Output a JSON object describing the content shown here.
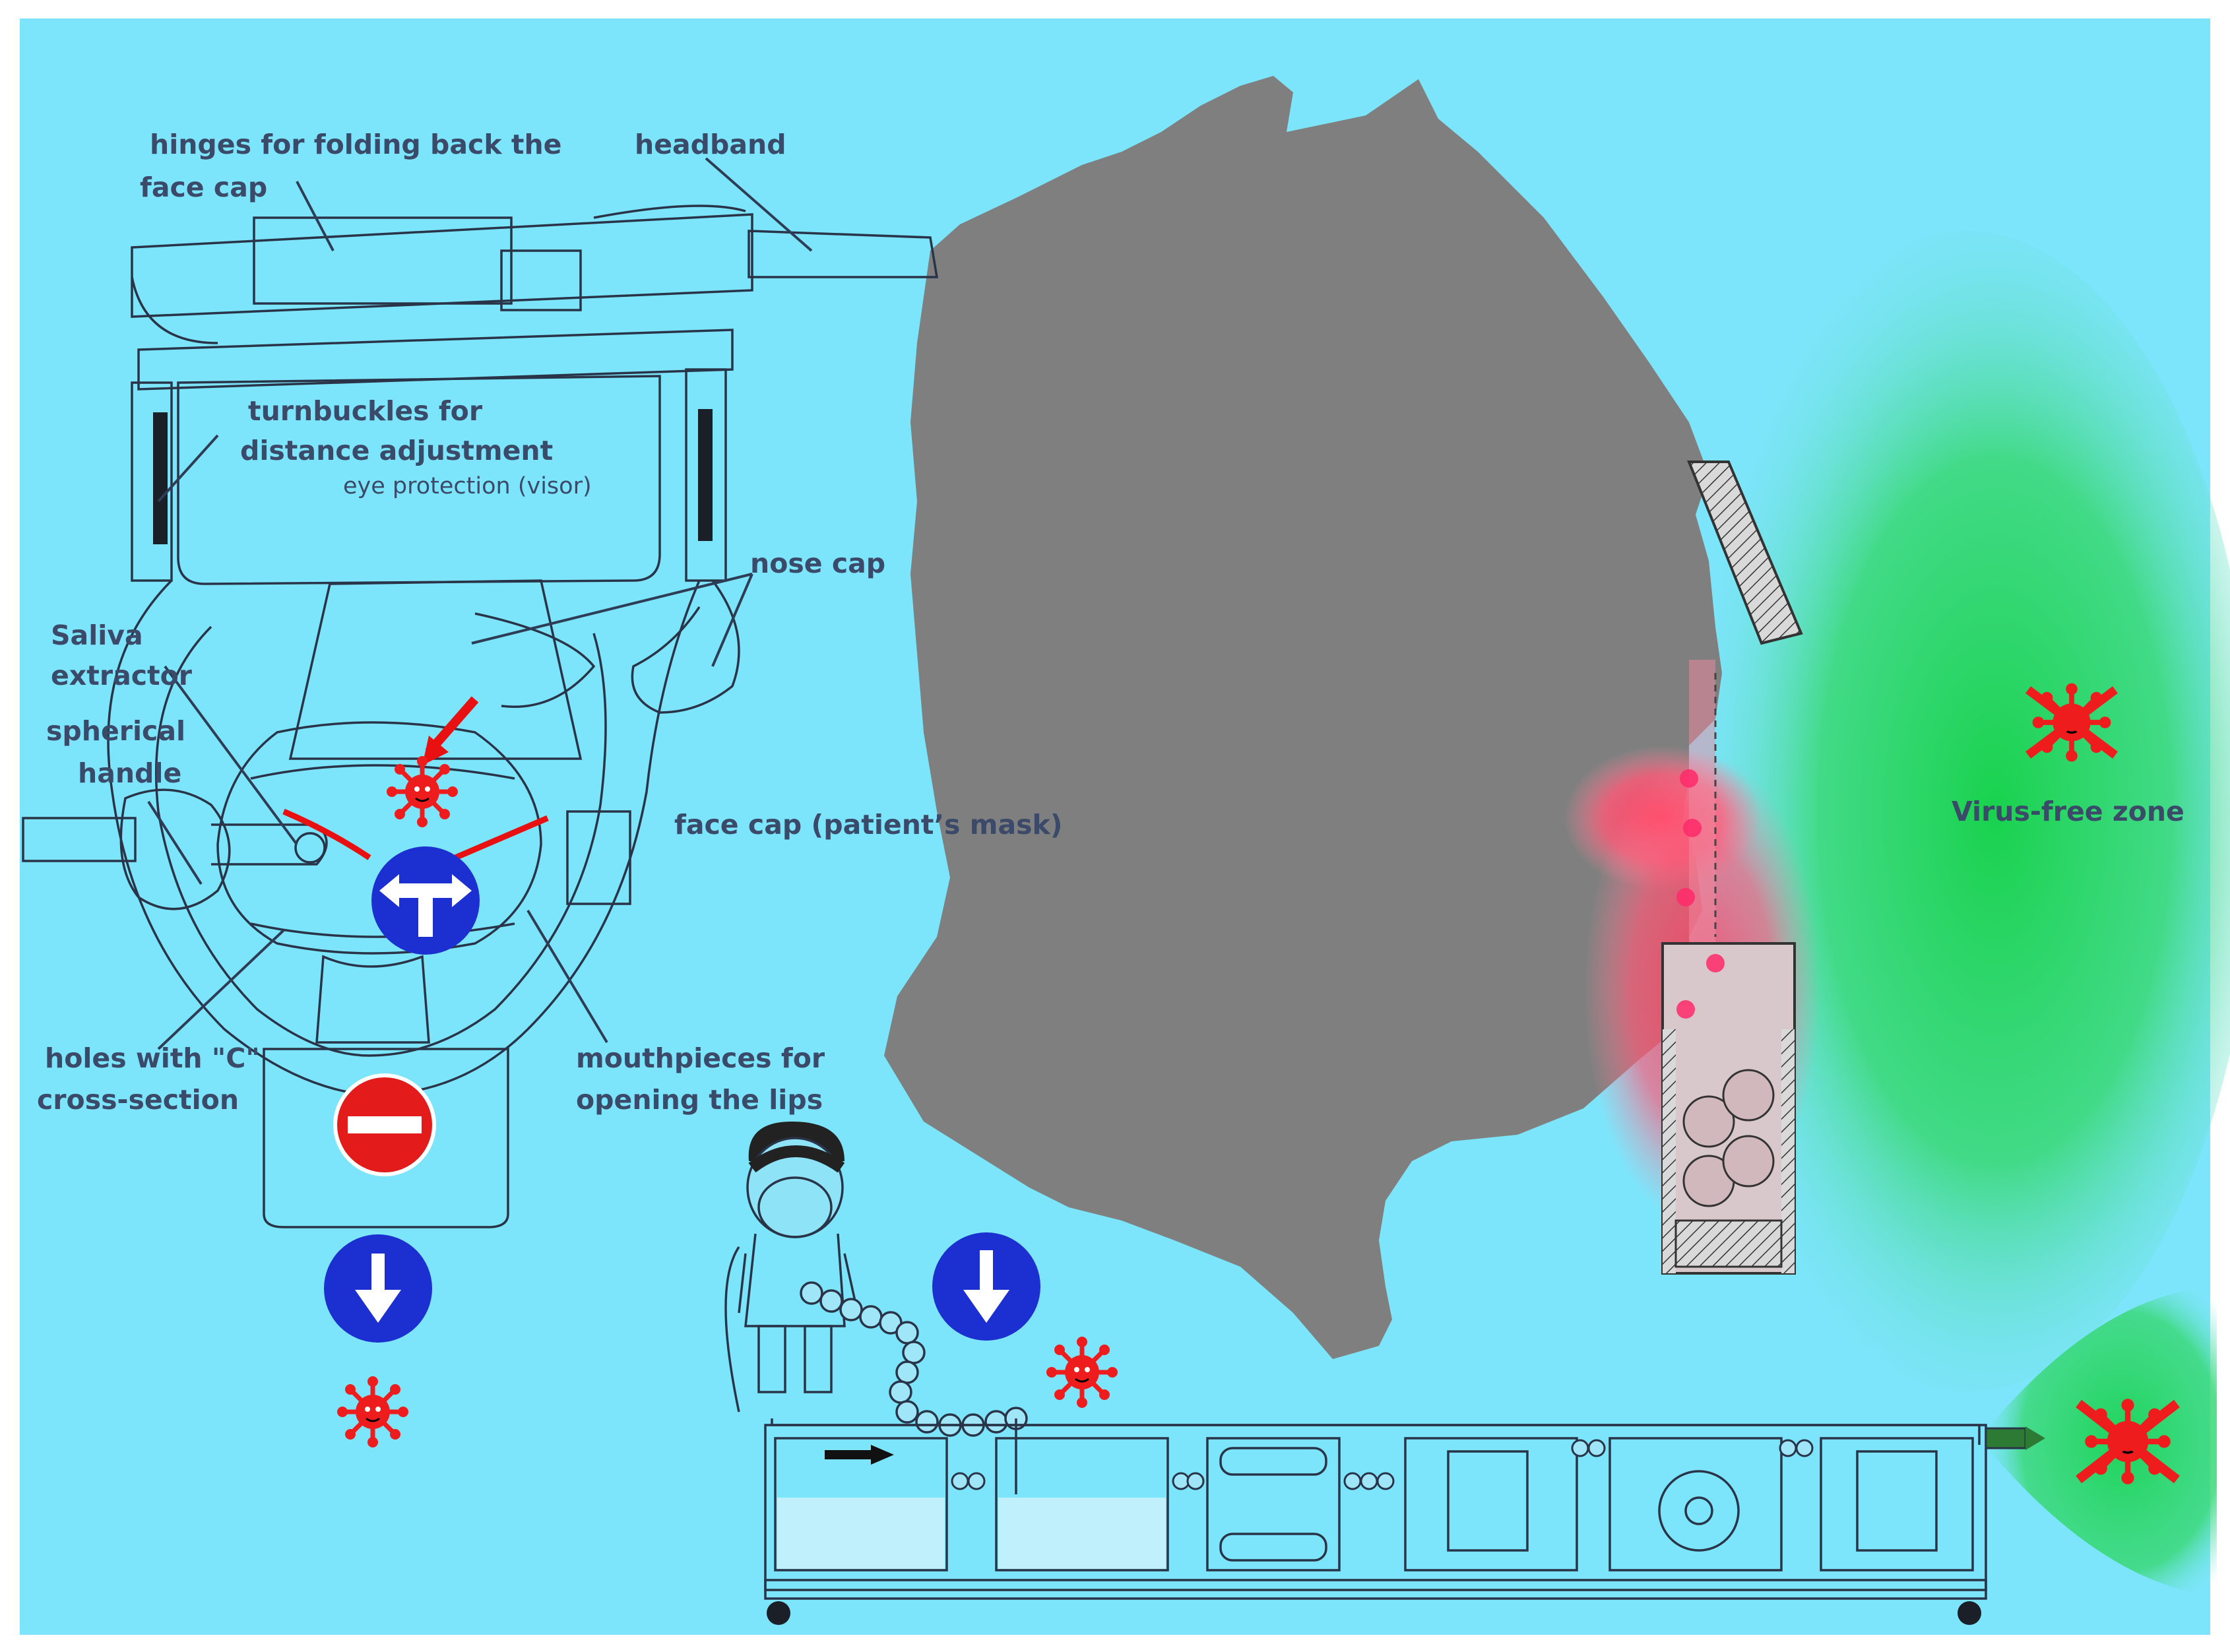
{
  "labels": {
    "hinges_line1": "hinges for folding back the",
    "hinges_line2": "face cap",
    "headband": "headband",
    "turnbuckles_line1": "turnbuckles for",
    "turnbuckles_line2": "distance adjustment",
    "eye_protection": "eye protection (visor)",
    "nose_cap": "nose cap",
    "saliva_line1": "Saliva",
    "saliva_line2": "extractor",
    "spherical_line1": "spherical",
    "spherical_line2": "handle",
    "face_cap": "face cap (patient’s mask)",
    "holes_line1": "holes with \"C\"",
    "holes_line2": "cross-section",
    "mouthpieces_line1": "mouthpieces for",
    "mouthpieces_line2": "opening the lips",
    "virus_free": "Virus-free zone"
  },
  "colors": {
    "background": "#7de5fb",
    "head": "#7f7f7f",
    "green_zone": "#1fd45a",
    "contamination": "#ff4d6a",
    "virus": "#ee1c1c",
    "sign_blue": "#1c2fd0",
    "no_entry": "#e31b1b"
  },
  "icons": [
    "virus-icon",
    "split-arrow-sign-icon",
    "no-entry-sign-icon",
    "down-arrow-sign-icon",
    "crossed-virus-icon",
    "flow-arrow-icon"
  ]
}
